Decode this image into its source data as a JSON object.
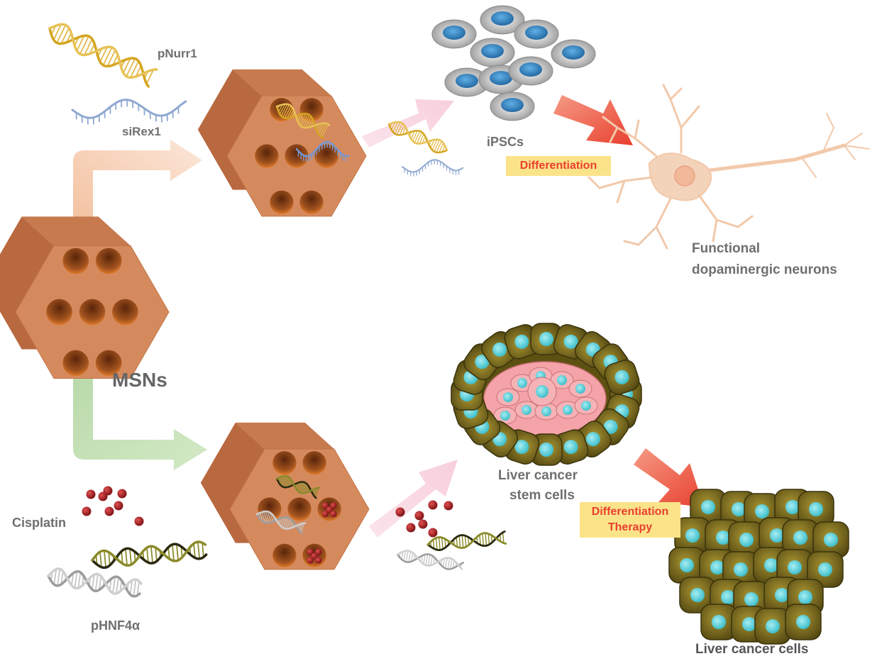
{
  "labels": {
    "pnurr1": "pNurr1",
    "sirex1": "siRex1",
    "ipscs": "iPSCs",
    "differentiation": "Differentiation",
    "neurons_line1": "Functional",
    "neurons_line2": "dopaminergic neurons",
    "msns": "MSNs",
    "cisplatin": "Cisplatin",
    "phnf4a": "pHNF4α",
    "lcsc_line1": "Liver cancer",
    "lcsc_line2": "stem cells",
    "therapy_line1": "Differentiation",
    "therapy_line2": "Therapy",
    "liver_cells": "Liver cancer cells"
  },
  "colors": {
    "particle_face": "#d58a5e",
    "particle_side": "#b8693f",
    "pore": "#7a3a12",
    "gold_dna": "#d4a520",
    "blue_rna": "#8fa8d2",
    "dark_dna": "#6b6a1c",
    "grey_dna": "#b5b5b5",
    "red_arrow": "#e8402e",
    "tag_bg": "#fbe38a",
    "cell_cyan": "#3fc3cf",
    "cell_olive": "#7a6a1a",
    "stem_pink": "#f29aa0",
    "neuron": "#f2c9aa",
    "ipsc_blue": "#2f7fbf"
  }
}
